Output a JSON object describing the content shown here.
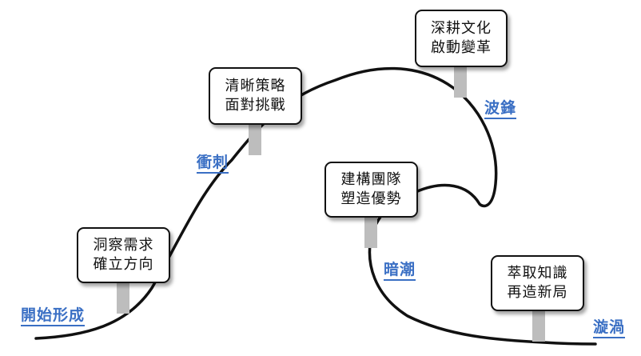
{
  "colors": {
    "accent": "#3a6fc4",
    "stem": "#bdbdbd",
    "line": "#111111"
  },
  "phases": [
    {
      "id": "start",
      "label": "開始形成"
    },
    {
      "id": "rush",
      "label": "衝刺"
    },
    {
      "id": "crest",
      "label": "波鋒"
    },
    {
      "id": "undertow",
      "label": "暗潮"
    },
    {
      "id": "eddy",
      "label": "漩渦"
    }
  ],
  "boxes": [
    {
      "id": "box1",
      "line1": "洞察需求",
      "line2": "確立方向"
    },
    {
      "id": "box2",
      "line1": "清晰策略",
      "line2": "面對挑戰"
    },
    {
      "id": "box3",
      "line1": "深耕文化",
      "line2": "啟動變革"
    },
    {
      "id": "box4",
      "line1": "建構團隊",
      "line2": "塑造優勢"
    },
    {
      "id": "box5",
      "line1": "萃取知識",
      "line2": "再造新局"
    }
  ]
}
